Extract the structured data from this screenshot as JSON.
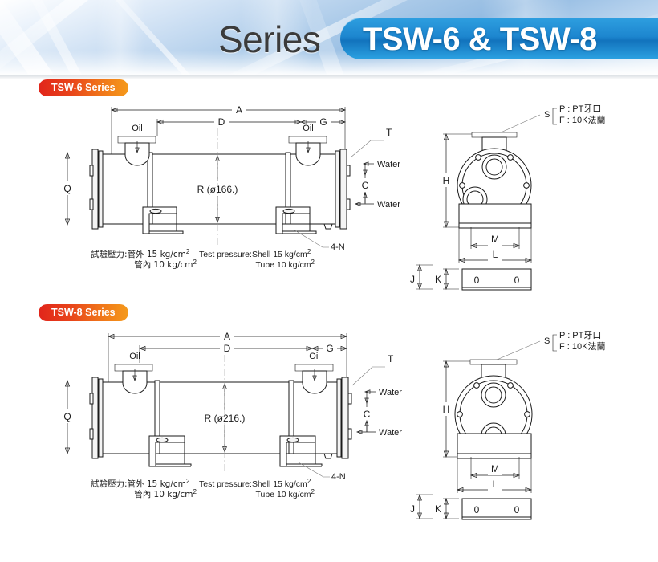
{
  "header": {
    "series_word": "Series",
    "title": "TSW-6 & TSW-8"
  },
  "sections": [
    {
      "badge": "TSW-6 Series",
      "diameter_label": "R (ø166.)",
      "dims": {
        "a": "A",
        "d": "D",
        "g": "G",
        "q": "Q",
        "c": "C",
        "t": "T",
        "h": "H",
        "m": "M",
        "l": "L",
        "j": "J",
        "k": "K",
        "s": "S"
      },
      "port_labels": {
        "oil_left": "Oil",
        "oil_right": "Oil",
        "water_top": "Water",
        "water_bottom": "Water",
        "mount": "4-N"
      },
      "connection_note": {
        "p": "P : PT牙口",
        "f": "F : 10K法蘭"
      },
      "pressure_cjk": {
        "line1": "試驗壓力:管外 15 kg/cm",
        "line1_sup": "2",
        "line2": "管內 10 kg/cm",
        "line2_sup": "2"
      },
      "pressure_en": {
        "line1": "Test pressure:Shell 15 kg/cm",
        "line1_sup": "2",
        "line2": "Tube 10 kg/cm",
        "line2_sup": "2"
      },
      "end_view": {
        "slot_left": "0",
        "slot_right": "0",
        "secondary_port_position": "lower-left"
      }
    },
    {
      "badge": "TSW-8 Series",
      "diameter_label": "R (ø216.)",
      "dims": {
        "a": "A",
        "d": "D",
        "g": "G",
        "q": "Q",
        "c": "C",
        "t": "T",
        "h": "H",
        "m": "M",
        "l": "L",
        "j": "J",
        "k": "K",
        "s": "S"
      },
      "port_labels": {
        "oil_left": "Oil",
        "oil_right": "Oil",
        "water_top": "Water",
        "water_bottom": "Water",
        "mount": "4-N"
      },
      "connection_note": {
        "p": "P : PT牙口",
        "f": "F : 10K法蘭"
      },
      "pressure_cjk": {
        "line1": "試驗壓力:管外 15 kg/cm",
        "line1_sup": "2",
        "line2": "管內 10 kg/cm",
        "line2_sup": "2"
      },
      "pressure_en": {
        "line1": "Test pressure:Shell 15 kg/cm",
        "line1_sup": "2",
        "line2": "Tube 10 kg/cm",
        "line2_sup": "2"
      },
      "end_view": {
        "slot_left": "0",
        "slot_right": "0",
        "secondary_port_position": "bottom-center"
      }
    }
  ],
  "colors": {
    "banner_blue": "#93bbe2",
    "pill_blue": "#1d86cf",
    "badge_red": "#e1251b",
    "badge_orange": "#f59a1b",
    "line": "#1a1a1a"
  }
}
